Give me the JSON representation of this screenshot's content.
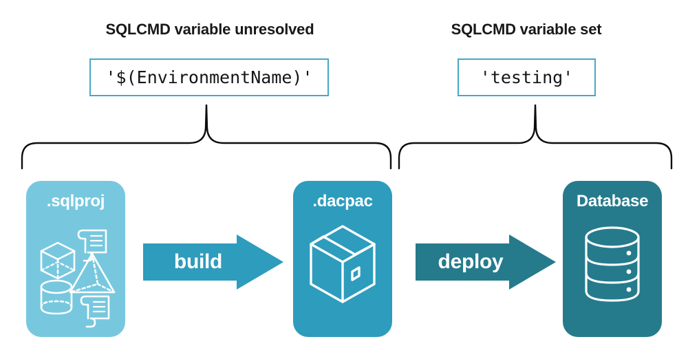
{
  "diagram": {
    "background_color": "#ffffff",
    "sections": [
      {
        "id": "unresolved",
        "title": "SQLCMD variable unresolved",
        "value": "'$(EnvironmentName)'",
        "border_color": "#45A8C6"
      },
      {
        "id": "set",
        "title": "SQLCMD variable set",
        "value": "'testing'",
        "border_color": "#45A8C6"
      }
    ],
    "cards": [
      {
        "id": "sqlproj",
        "label": ".sqlproj",
        "color": "#77C8DE",
        "icons": [
          "cube-icon",
          "scroll-icon",
          "pyramid-icon",
          "cylinder-icon",
          "scroll-icon"
        ]
      },
      {
        "id": "dacpac",
        "label": ".dacpac",
        "color": "#2E9CBD",
        "icons": [
          "package-box-icon"
        ]
      },
      {
        "id": "database",
        "label": "Database",
        "color": "#257B8C",
        "icons": [
          "database-cylinder-icon"
        ]
      }
    ],
    "arrows": [
      {
        "id": "build",
        "label": "build",
        "color": "#2E9CBD",
        "from": "sqlproj",
        "to": "dacpac"
      },
      {
        "id": "deploy",
        "label": "deploy",
        "color": "#257B8C",
        "from": "dacpac",
        "to": "database"
      }
    ],
    "braces": [
      {
        "id": "brace-left",
        "color": "#000000",
        "spans": [
          "sqlproj",
          "build",
          "dacpac"
        ]
      },
      {
        "id": "brace-right",
        "color": "#000000",
        "spans": [
          "dacpac",
          "deploy",
          "database"
        ]
      }
    ]
  }
}
